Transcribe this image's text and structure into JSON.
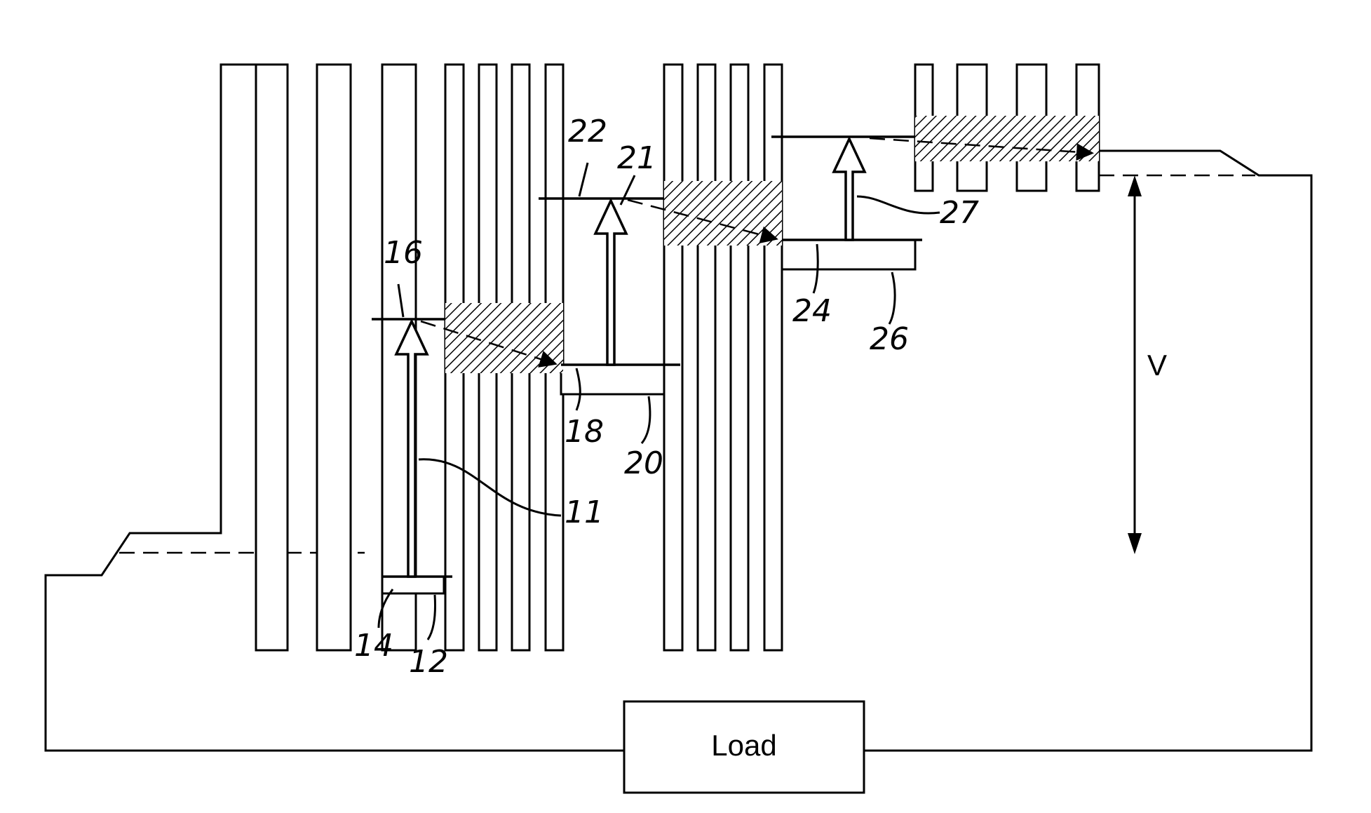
{
  "load_label": "Load",
  "voltage_label": "V",
  "refs": {
    "r11": "11",
    "r12": "12",
    "r14": "14",
    "r16": "16",
    "r18": "18",
    "r20": "20",
    "r21": "21",
    "r22": "22",
    "r24": "24",
    "r26": "26",
    "r27": "27"
  }
}
